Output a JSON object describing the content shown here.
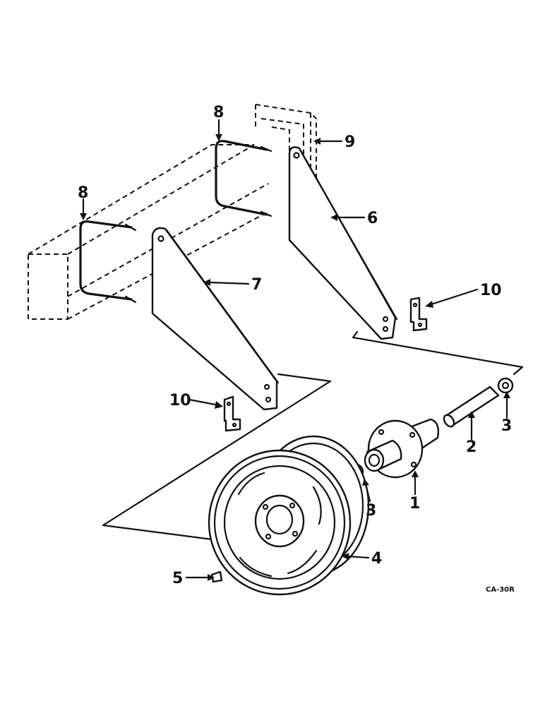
{
  "callouts": {
    "hub": "1",
    "spindle": "2",
    "washer_right": "3",
    "washer_left": "3",
    "wheel": "4",
    "wheel_bolt": "5",
    "bracket_rear": "6",
    "bracket_front": "7",
    "u_bolt_rear": "8",
    "u_bolt_front": "8",
    "frame_block": "9",
    "clip_right": "10",
    "clip_left": "10"
  },
  "drawing_code": "CA-30R"
}
